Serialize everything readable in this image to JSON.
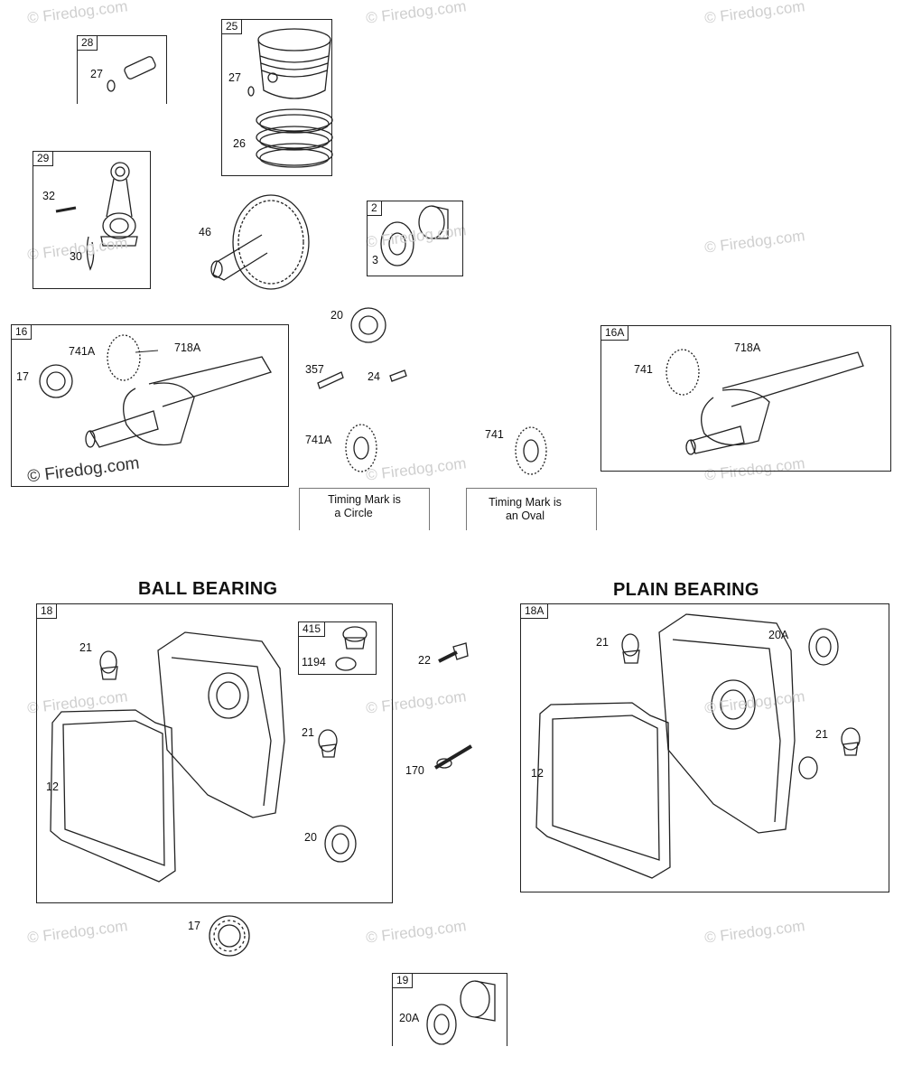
{
  "watermark": "© Firedog.com",
  "headings": {
    "ball": "BALL BEARING",
    "plain": "PLAIN BEARING"
  },
  "boxes": {
    "b28": "28",
    "b25": "25",
    "b29": "29",
    "b2": "2",
    "b16": "16",
    "b16a": "16A",
    "b18": "18",
    "b415": "415",
    "b18a": "18A",
    "b19": "19"
  },
  "labels": {
    "p27a": "27",
    "p27b": "27",
    "p26": "26",
    "p32": "32",
    "p30": "30",
    "p46": "46",
    "p3": "3",
    "p20a": "20",
    "p741a": "741A",
    "p718a": "718A",
    "p17a": "17",
    "p357": "357",
    "p24": "24",
    "p741ab": "741A",
    "p741b": "741",
    "p741c": "741",
    "p718b": "718A",
    "p21a": "21",
    "p1194": "1194",
    "p22": "22",
    "p12a": "12",
    "p21b": "21",
    "p170": "170",
    "p20b": "20",
    "p21c": "21",
    "p20c": "20A",
    "p12b": "12",
    "p21d": "21",
    "p17b": "17",
    "p20d": "20A"
  },
  "notes": {
    "circle": [
      "Timing Mark is",
      "a Circle"
    ],
    "oval": [
      "Timing Mark is",
      "an Oval"
    ]
  }
}
